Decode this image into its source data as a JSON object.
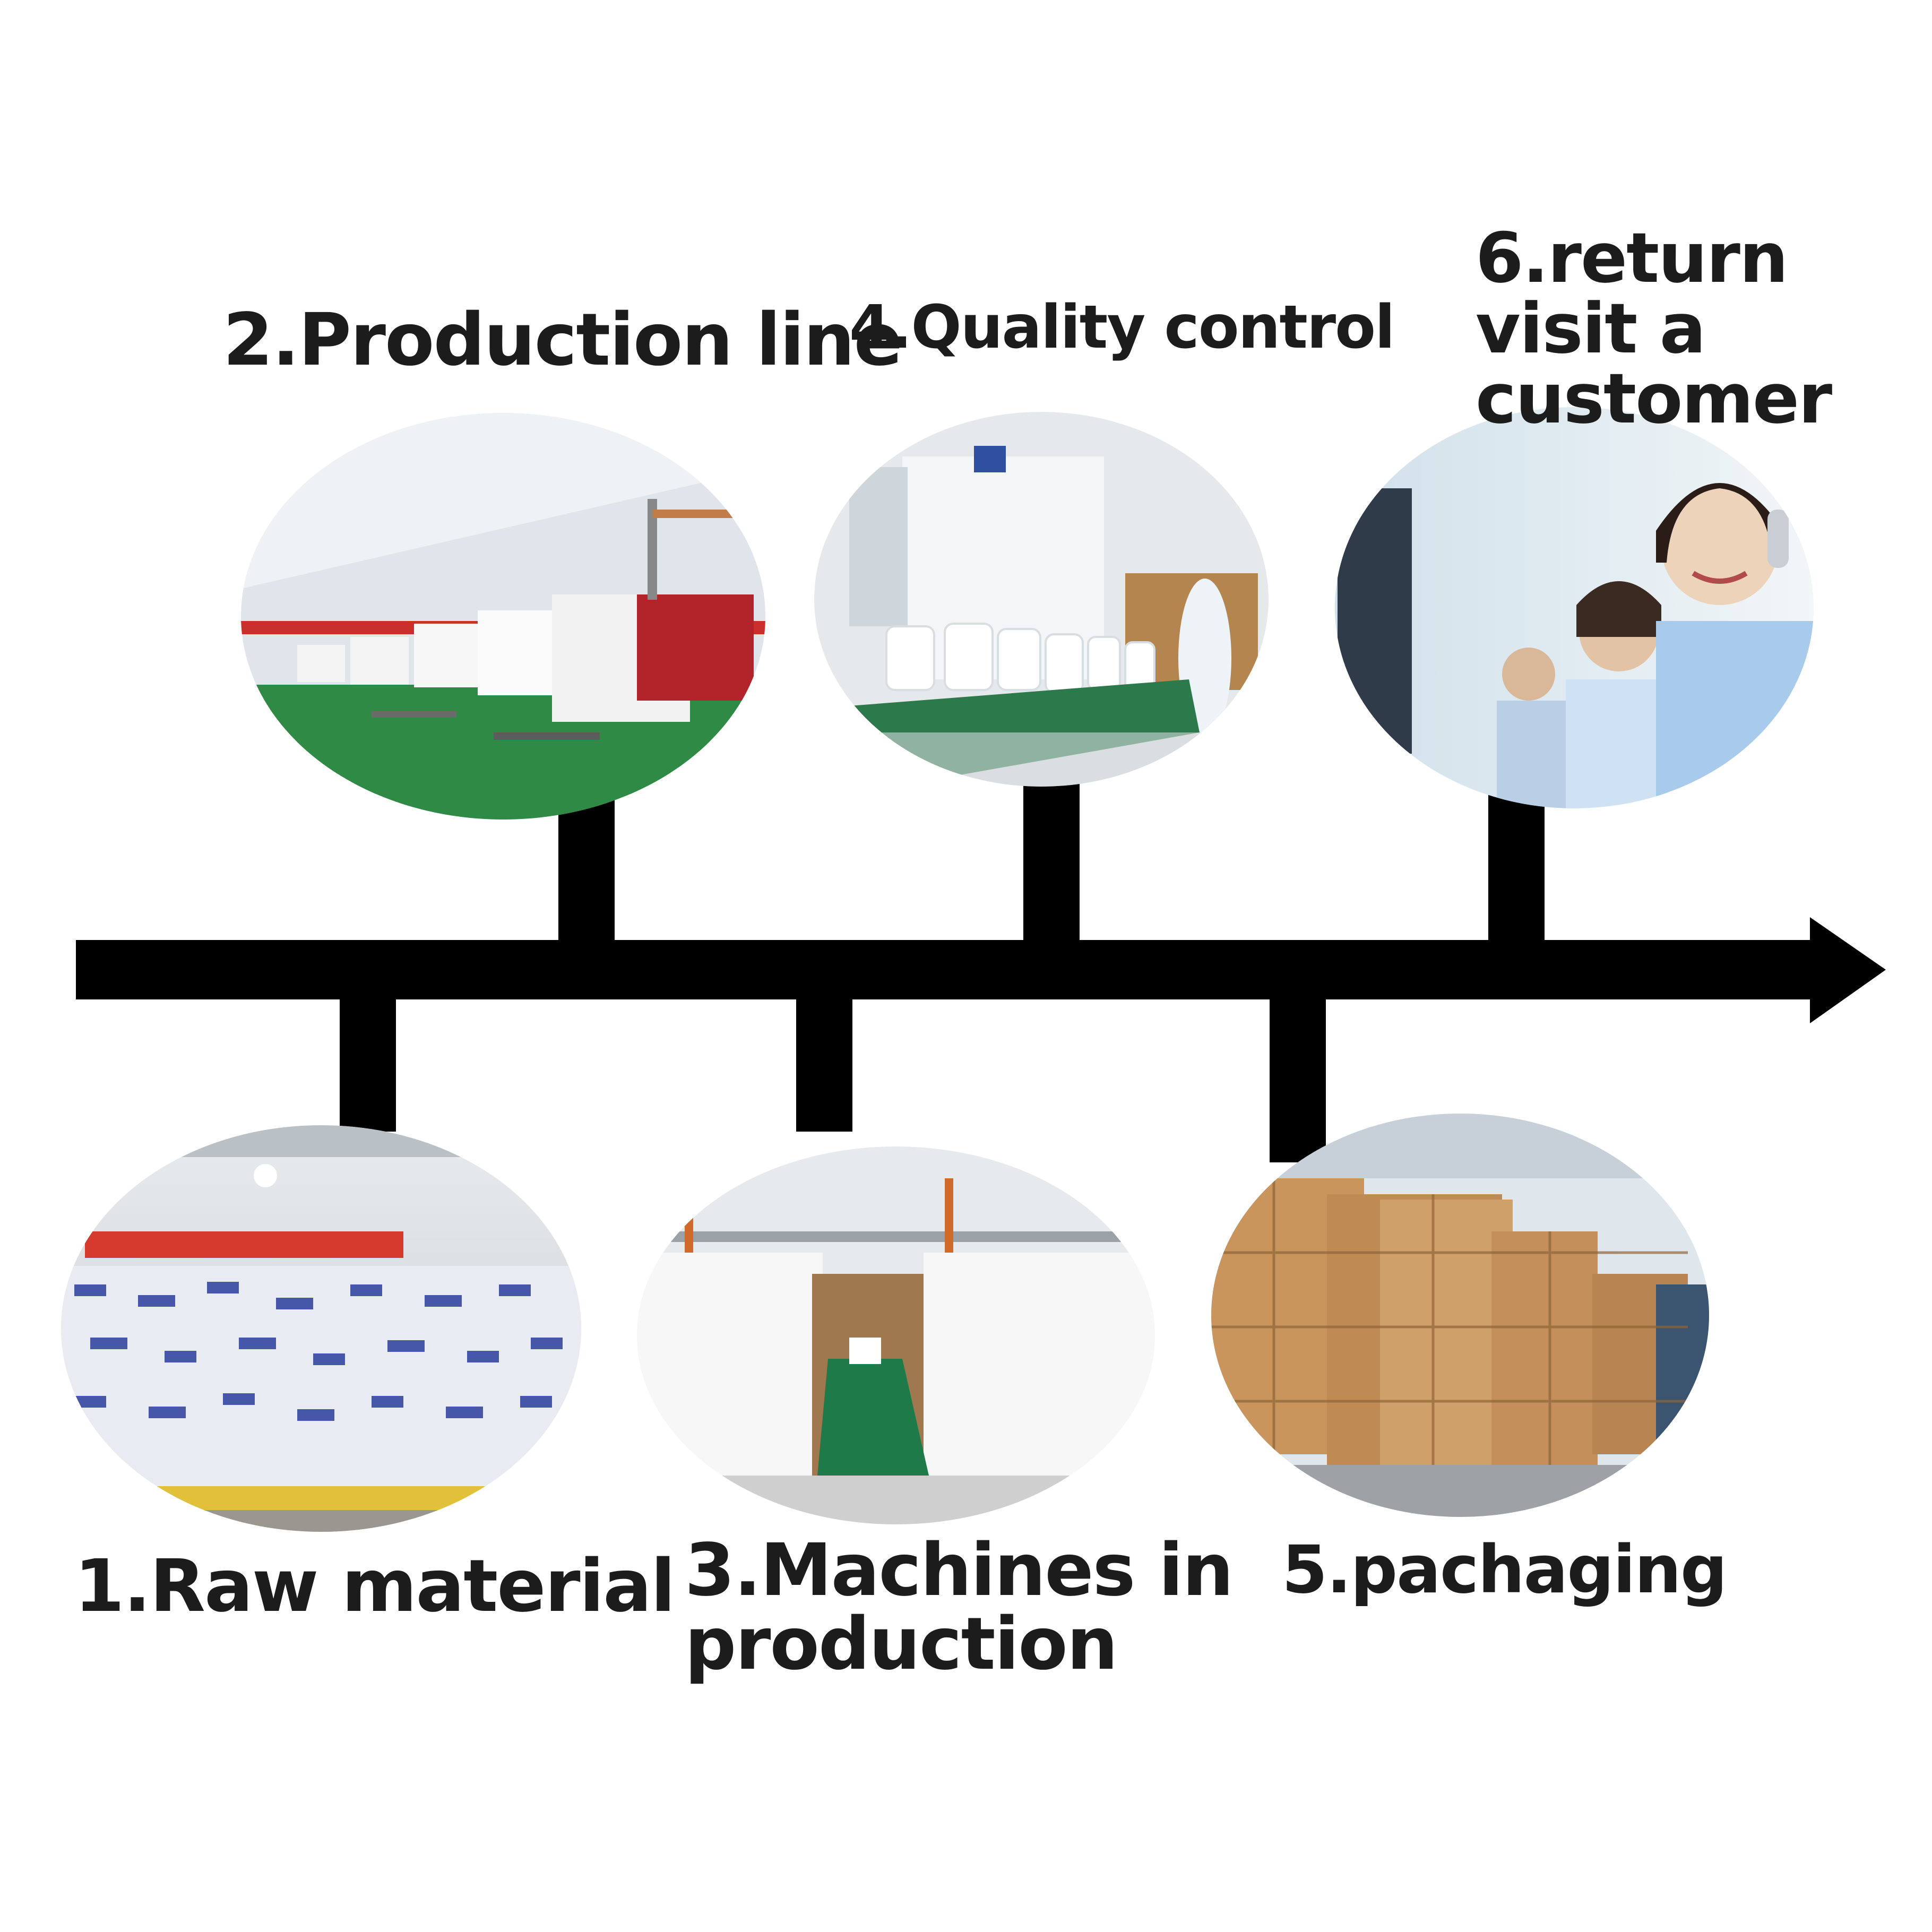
{
  "timeline": {
    "steps": [
      {
        "label_lines": [
          "1.Raw material"
        ],
        "icon": "raw-material-sacks-photo"
      },
      {
        "label_lines": [
          "2.Production line"
        ],
        "icon": "production-line-photo"
      },
      {
        "label_lines": [
          "3.Machines in",
          "production"
        ],
        "icon": "machines-photo"
      },
      {
        "label_lines": [
          "4.Quality control"
        ],
        "icon": "quality-control-photo"
      },
      {
        "label_lines": [
          "5.pachaging"
        ],
        "icon": "packaging-warehouse-photo"
      },
      {
        "label_lines": [
          "6.return",
          "visit a",
          "customer"
        ],
        "icon": "customer-service-photo"
      }
    ]
  },
  "colors": {
    "line": "#000000",
    "text": "#1c1c1c",
    "floor_green": "#2f8a45",
    "cardboard": "#c9955c",
    "bag_blue": "#2a3c9c"
  }
}
